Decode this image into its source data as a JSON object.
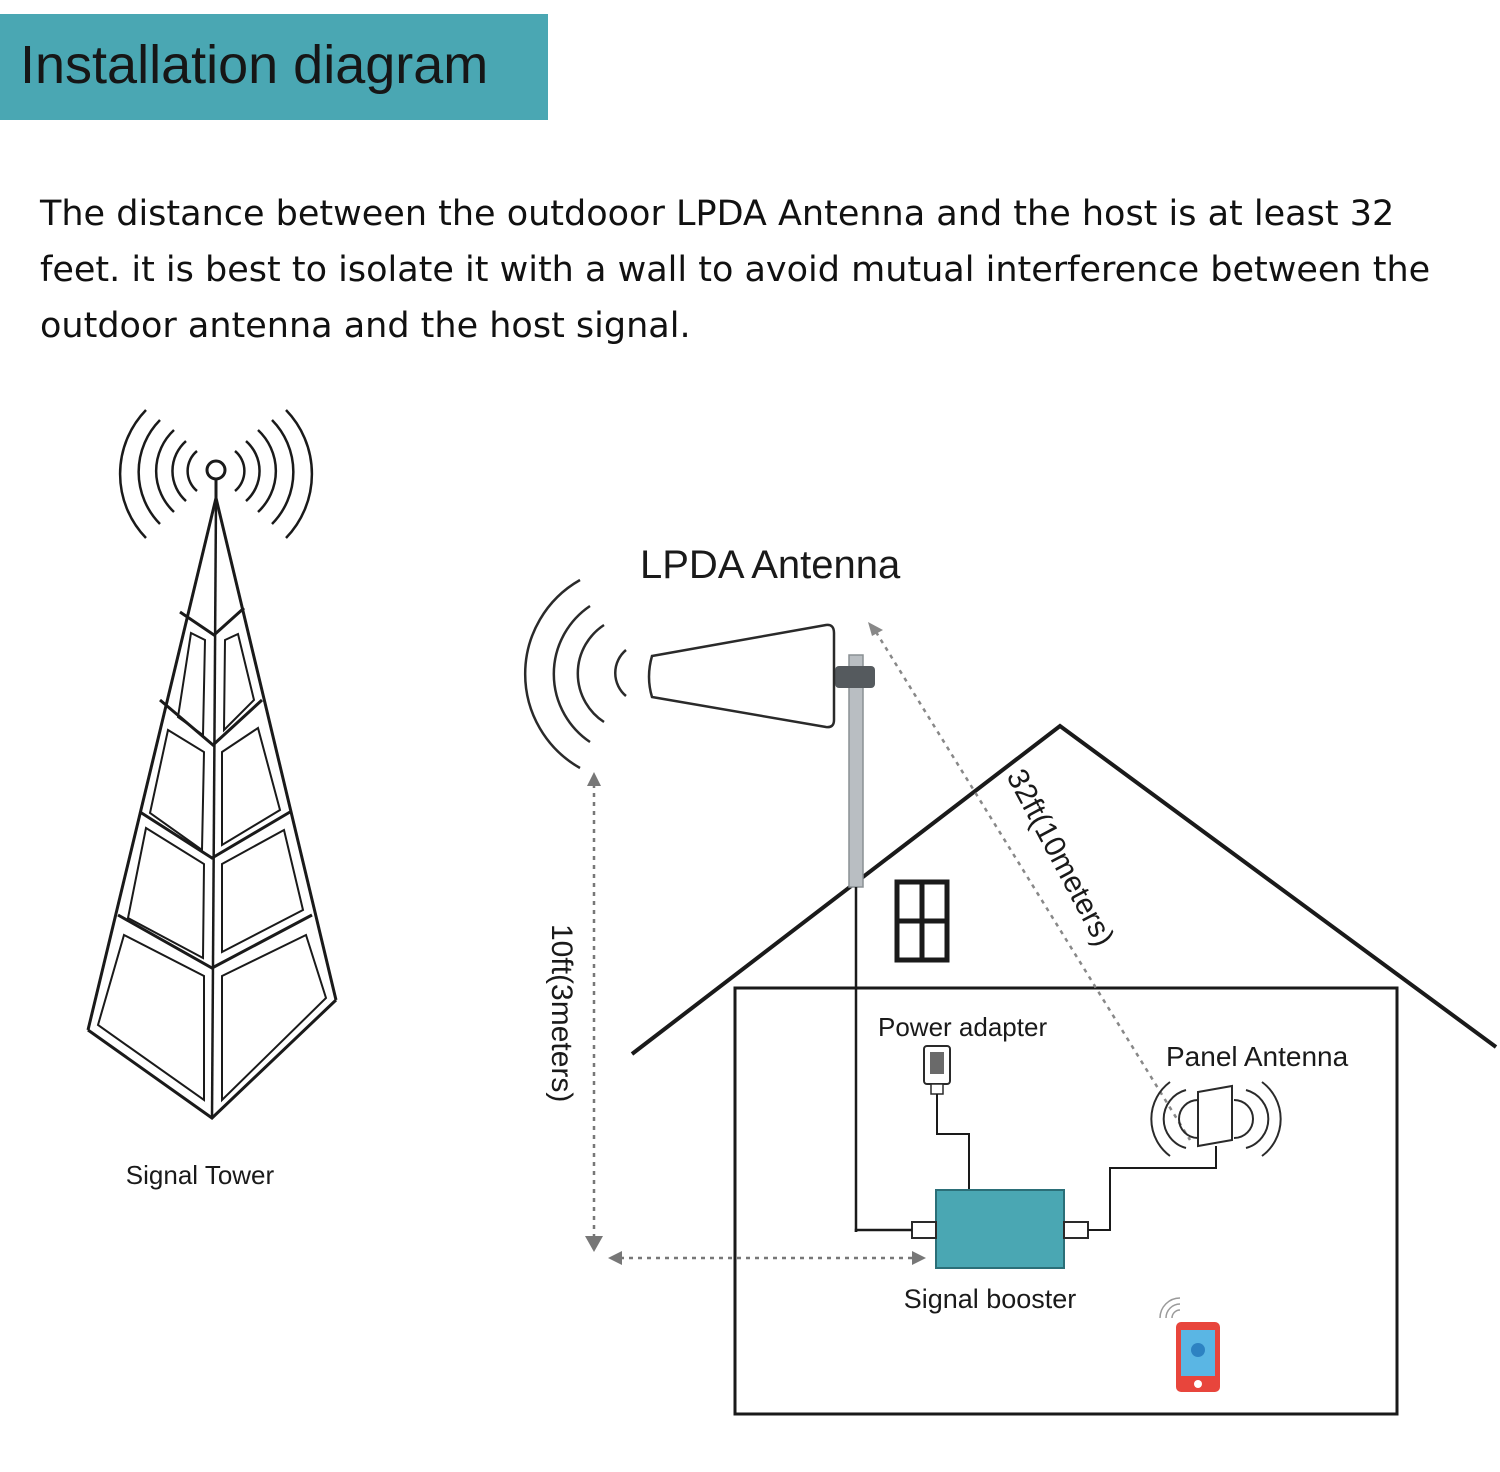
{
  "header": {
    "title": "Installation diagram",
    "band_color": "#4aa7b3"
  },
  "intro": {
    "text": "The distance between the outdooor LPDA Antenna and the host is at least 32 feet. it is best to isolate it with a wall to avoid mutual interference between the outdoor antenna and the host signal."
  },
  "diagram": {
    "signal_tower_label": "Signal Tower",
    "lpda_antenna_label": "LPDA Antenna",
    "power_adapter_label": "Power adapter",
    "panel_antenna_label": "Panel Antenna",
    "signal_booster_label": "Signal booster",
    "vertical_distance_label": "10ft(3meters)",
    "diagonal_distance_label": "32ft(10meters)",
    "booster_color": "#4aa7b3",
    "phone_color": "#e8453c"
  }
}
